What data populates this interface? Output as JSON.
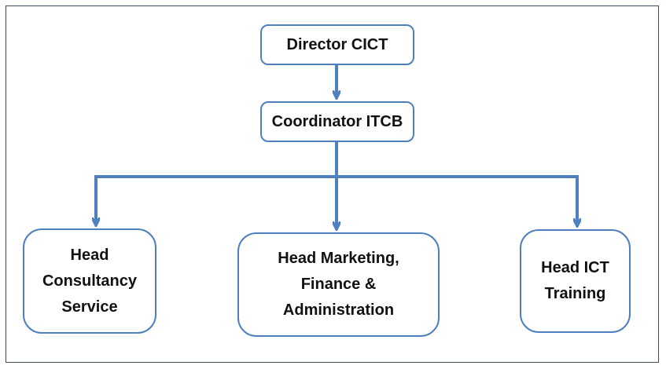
{
  "diagram": {
    "nodes": [
      {
        "id": "director",
        "label": "Director CICT"
      },
      {
        "id": "coordinator",
        "label": "Coordinator ITCB"
      },
      {
        "id": "consultancy",
        "label": "Head\nConsultancy\nService"
      },
      {
        "id": "mfa",
        "label": "Head Marketing,\nFinance &\nAdministration"
      },
      {
        "id": "ict_training",
        "label": "Head ICT\nTraining"
      }
    ],
    "edges": [
      {
        "from": "director",
        "to": "coordinator"
      },
      {
        "from": "coordinator",
        "to": "consultancy"
      },
      {
        "from": "coordinator",
        "to": "mfa"
      },
      {
        "from": "coordinator",
        "to": "ict_training"
      }
    ],
    "colors": {
      "connector": "#4f7fbf",
      "node_border": "#4f7fbf",
      "frame_border": "#3a4a5a"
    }
  }
}
